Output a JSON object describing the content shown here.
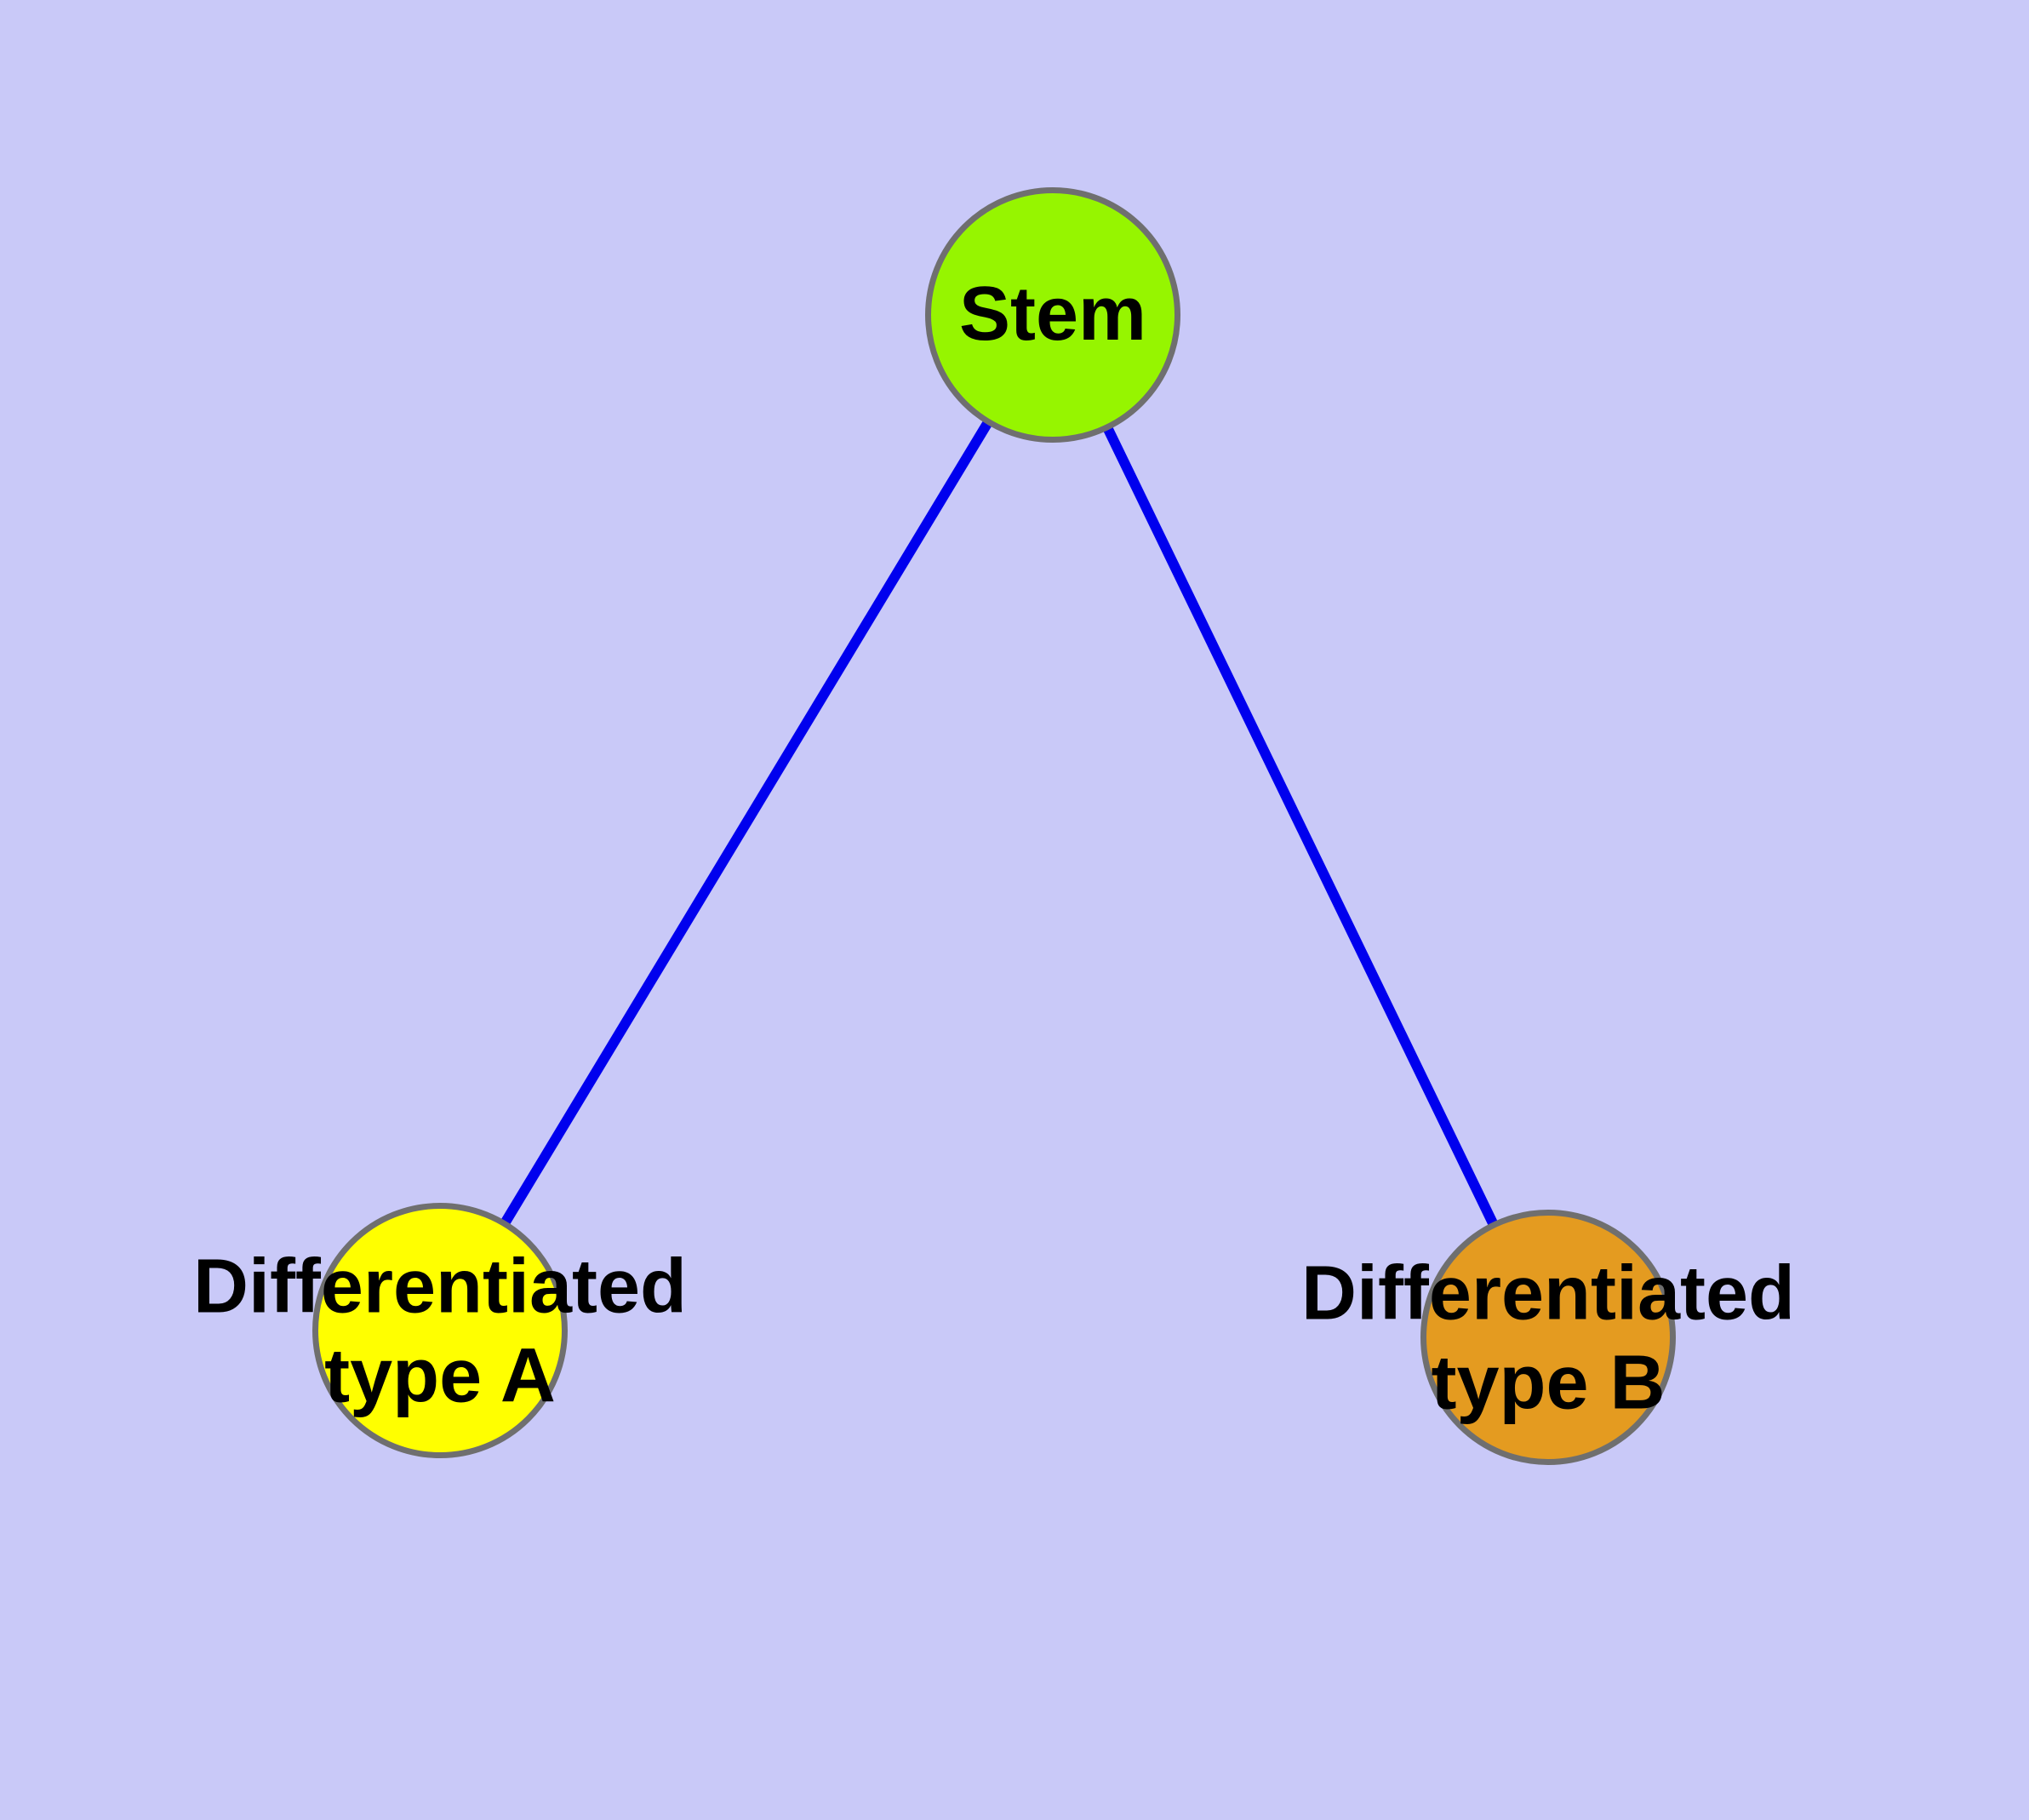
{
  "colors": {
    "background": "#C9C9F8",
    "edge": "#0000EE",
    "node_border": "#6F6F6F",
    "text": "#000000",
    "stem_fill": "#96F500",
    "type_a_fill": "#FFFF00",
    "type_b_fill": "#E49B20"
  },
  "nodes": {
    "stem": {
      "label": "Stem"
    },
    "type_a": {
      "line1": "Differentiated",
      "line2": "type A"
    },
    "type_b": {
      "line1": "Differentiated",
      "line2": "type B"
    }
  },
  "edges": [
    {
      "from": "stem",
      "to": "type_a"
    },
    {
      "from": "stem",
      "to": "type_b"
    }
  ]
}
